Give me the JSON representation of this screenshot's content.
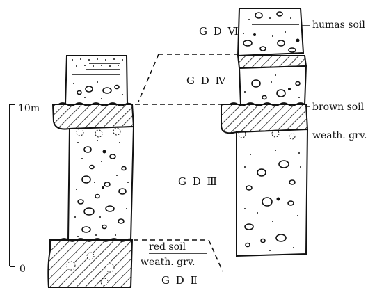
{
  "scale": {
    "top_label": "10m",
    "bottom_label": "0"
  },
  "units": {
    "gd6": "G D Ⅵ",
    "gd4": "G D Ⅳ",
    "gd3": "G D Ⅲ",
    "gd2": "G D Ⅱ"
  },
  "soils": {
    "humas": "humas soil",
    "brown": "brown soil",
    "weath_right": "weath. grv.",
    "red": "red soil",
    "weath_left": "weath. grv."
  }
}
